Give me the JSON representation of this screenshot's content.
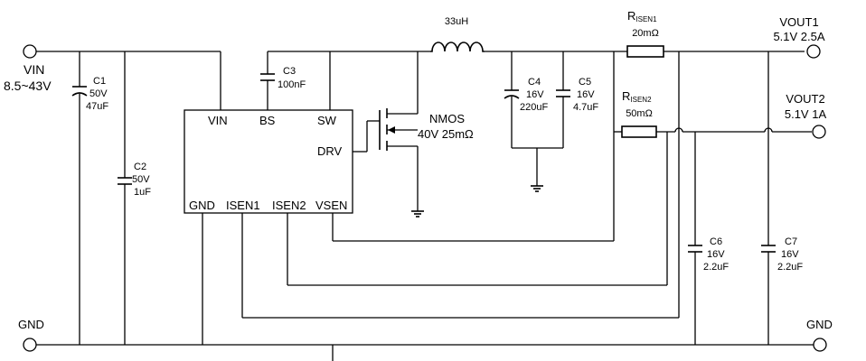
{
  "input": {
    "name": "VIN",
    "range": "8.5~43V",
    "gnd": "GND"
  },
  "outputs": [
    {
      "name": "VOUT1",
      "spec": "5.1V 2.5A"
    },
    {
      "name": "VOUT2",
      "spec": "5.1V 1A"
    }
  ],
  "gnd_right": "GND",
  "inductor": "33uH",
  "mosfet": {
    "type": "NMOS",
    "spec": "40V 25mΩ"
  },
  "ic": {
    "pins": {
      "vin": "VIN",
      "bs": "BS",
      "sw": "SW",
      "drv": "DRV",
      "gnd": "GND",
      "isen1": "ISEN1",
      "isen2": "ISEN2",
      "vsen": "VSEN"
    }
  },
  "capacitors": {
    "c1": {
      "name": "C1",
      "voltage": "50V",
      "value": "47uF"
    },
    "c2": {
      "name": "C2",
      "voltage": "50V",
      "value": "1uF"
    },
    "c3": {
      "name": "C3",
      "value": "100nF"
    },
    "c4": {
      "name": "C4",
      "voltage": "16V",
      "value": "220uF"
    },
    "c5": {
      "name": "C5",
      "voltage": "16V",
      "value": "4.7uF"
    },
    "c6": {
      "name": "C6",
      "voltage": "16V",
      "value": "2.2uF"
    },
    "c7": {
      "name": "C7",
      "voltage": "16V",
      "value": "2.2uF"
    }
  },
  "resistors": {
    "r1": {
      "prefix": "R",
      "sub": "ISEN1",
      "value": "20mΩ"
    },
    "r2": {
      "prefix": "R",
      "sub": "ISEN2",
      "value": "50mΩ"
    }
  }
}
